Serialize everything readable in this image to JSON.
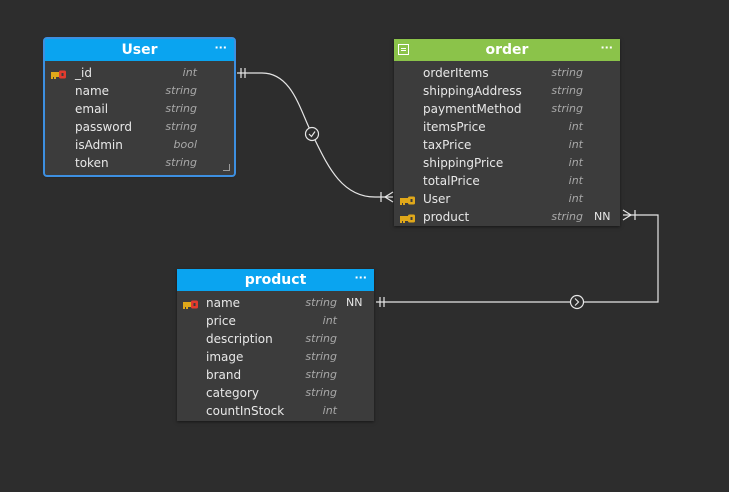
{
  "colors": {
    "background": "#2d2d2d",
    "table_body": "#3c3c3c",
    "header_blue": "#0aa4f0",
    "header_green": "#8bc34a",
    "connector": "#e6e6e6",
    "pk_key": "#e23b2e",
    "fk_key": "#e0a81a"
  },
  "tables": {
    "user": {
      "title": "User",
      "menu": "···",
      "fields": [
        {
          "name": "_id",
          "type": "int",
          "key": "pk",
          "nn": ""
        },
        {
          "name": "name",
          "type": "string",
          "key": "",
          "nn": ""
        },
        {
          "name": "email",
          "type": "string",
          "key": "",
          "nn": ""
        },
        {
          "name": "password",
          "type": "string",
          "key": "",
          "nn": ""
        },
        {
          "name": "isAdmin",
          "type": "bool",
          "key": "",
          "nn": ""
        },
        {
          "name": "token",
          "type": "string",
          "key": "",
          "nn": ""
        }
      ]
    },
    "order": {
      "title": "order",
      "menu": "···",
      "fields": [
        {
          "name": "orderItems",
          "type": "string",
          "key": "",
          "nn": ""
        },
        {
          "name": "shippingAddress",
          "type": "string",
          "key": "",
          "nn": ""
        },
        {
          "name": "paymentMethod",
          "type": "string",
          "key": "",
          "nn": ""
        },
        {
          "name": "itemsPrice",
          "type": "int",
          "key": "",
          "nn": ""
        },
        {
          "name": "taxPrice",
          "type": "int",
          "key": "",
          "nn": ""
        },
        {
          "name": "shippingPrice",
          "type": "int",
          "key": "",
          "nn": ""
        },
        {
          "name": "totalPrice",
          "type": "int",
          "key": "",
          "nn": ""
        },
        {
          "name": "User",
          "type": "int",
          "key": "fk",
          "nn": ""
        },
        {
          "name": "product",
          "type": "string",
          "key": "fk",
          "nn": "NN"
        }
      ]
    },
    "product": {
      "title": "product",
      "menu": "···",
      "fields": [
        {
          "name": "name",
          "type": "string",
          "key": "pk",
          "nn": "NN"
        },
        {
          "name": "price",
          "type": "int",
          "key": "",
          "nn": ""
        },
        {
          "name": "description",
          "type": "string",
          "key": "",
          "nn": ""
        },
        {
          "name": "image",
          "type": "string",
          "key": "",
          "nn": ""
        },
        {
          "name": "brand",
          "type": "string",
          "key": "",
          "nn": ""
        },
        {
          "name": "category",
          "type": "string",
          "key": "",
          "nn": ""
        },
        {
          "name": "countInStock",
          "type": "int",
          "key": "",
          "nn": ""
        }
      ]
    }
  },
  "relations": [
    {
      "from": "User._id",
      "to": "order.User",
      "from_cardinality": "one",
      "to_cardinality": "many"
    },
    {
      "from": "product.name",
      "to": "order.product",
      "from_cardinality": "one",
      "to_cardinality": "many"
    }
  ]
}
